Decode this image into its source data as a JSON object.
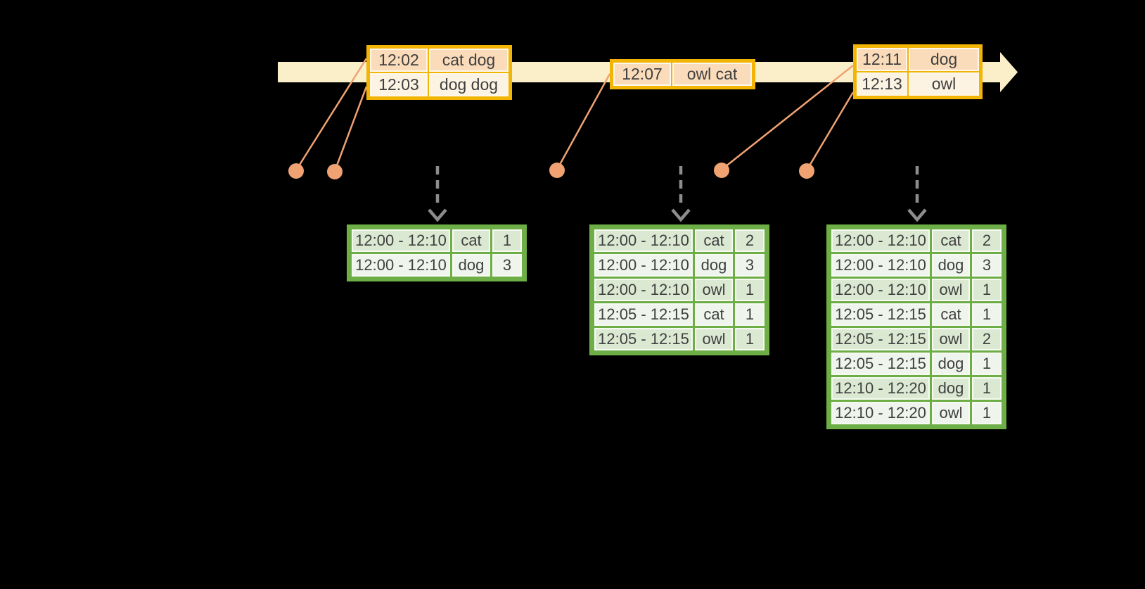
{
  "colors": {
    "bg": "#000000",
    "band": "#FBEFC9",
    "gold": "#F2B504",
    "peach": "#FADCBB",
    "cream": "#FCF3E3",
    "innerlight": "#FDF7EB",
    "green": "#6EAE46",
    "greenrow": "#DBE9D3",
    "greenrowlt": "#EFF5EC",
    "innergreen": "#F6FAF3",
    "dot": "#F0A272",
    "gray": "#8D8D8D",
    "text": "#3F3F3F"
  },
  "timeline": {
    "event_tables": [
      {
        "rows": [
          [
            "12:02",
            "cat dog"
          ],
          [
            "12:03",
            "dog dog"
          ]
        ]
      },
      {
        "rows": [
          [
            "12:07",
            "owl cat"
          ]
        ]
      },
      {
        "rows": [
          [
            "12:11",
            "dog"
          ],
          [
            "12:13",
            "owl"
          ]
        ]
      }
    ]
  },
  "result_tables": [
    {
      "rows": [
        [
          "12:00 - 12:10",
          "cat",
          "1"
        ],
        [
          "12:00 - 12:10",
          "dog",
          "3"
        ]
      ]
    },
    {
      "rows": [
        [
          "12:00 - 12:10",
          "cat",
          "2"
        ],
        [
          "12:00 - 12:10",
          "dog",
          "3"
        ],
        [
          "12:00 - 12:10",
          "owl",
          "1"
        ],
        [
          "12:05 - 12:15",
          "cat",
          "1"
        ],
        [
          "12:05 - 12:15",
          "owl",
          "1"
        ]
      ]
    },
    {
      "rows": [
        [
          "12:00 - 12:10",
          "cat",
          "2"
        ],
        [
          "12:00 - 12:10",
          "dog",
          "3"
        ],
        [
          "12:00 - 12:10",
          "owl",
          "1"
        ],
        [
          "12:05 - 12:15",
          "cat",
          "1"
        ],
        [
          "12:05 - 12:15",
          "owl",
          "2"
        ],
        [
          "12:05 - 12:15",
          "dog",
          "1"
        ],
        [
          "12:10 - 12:20",
          "dog",
          "1"
        ],
        [
          "12:10 - 12:20",
          "owl",
          "1"
        ]
      ]
    }
  ]
}
